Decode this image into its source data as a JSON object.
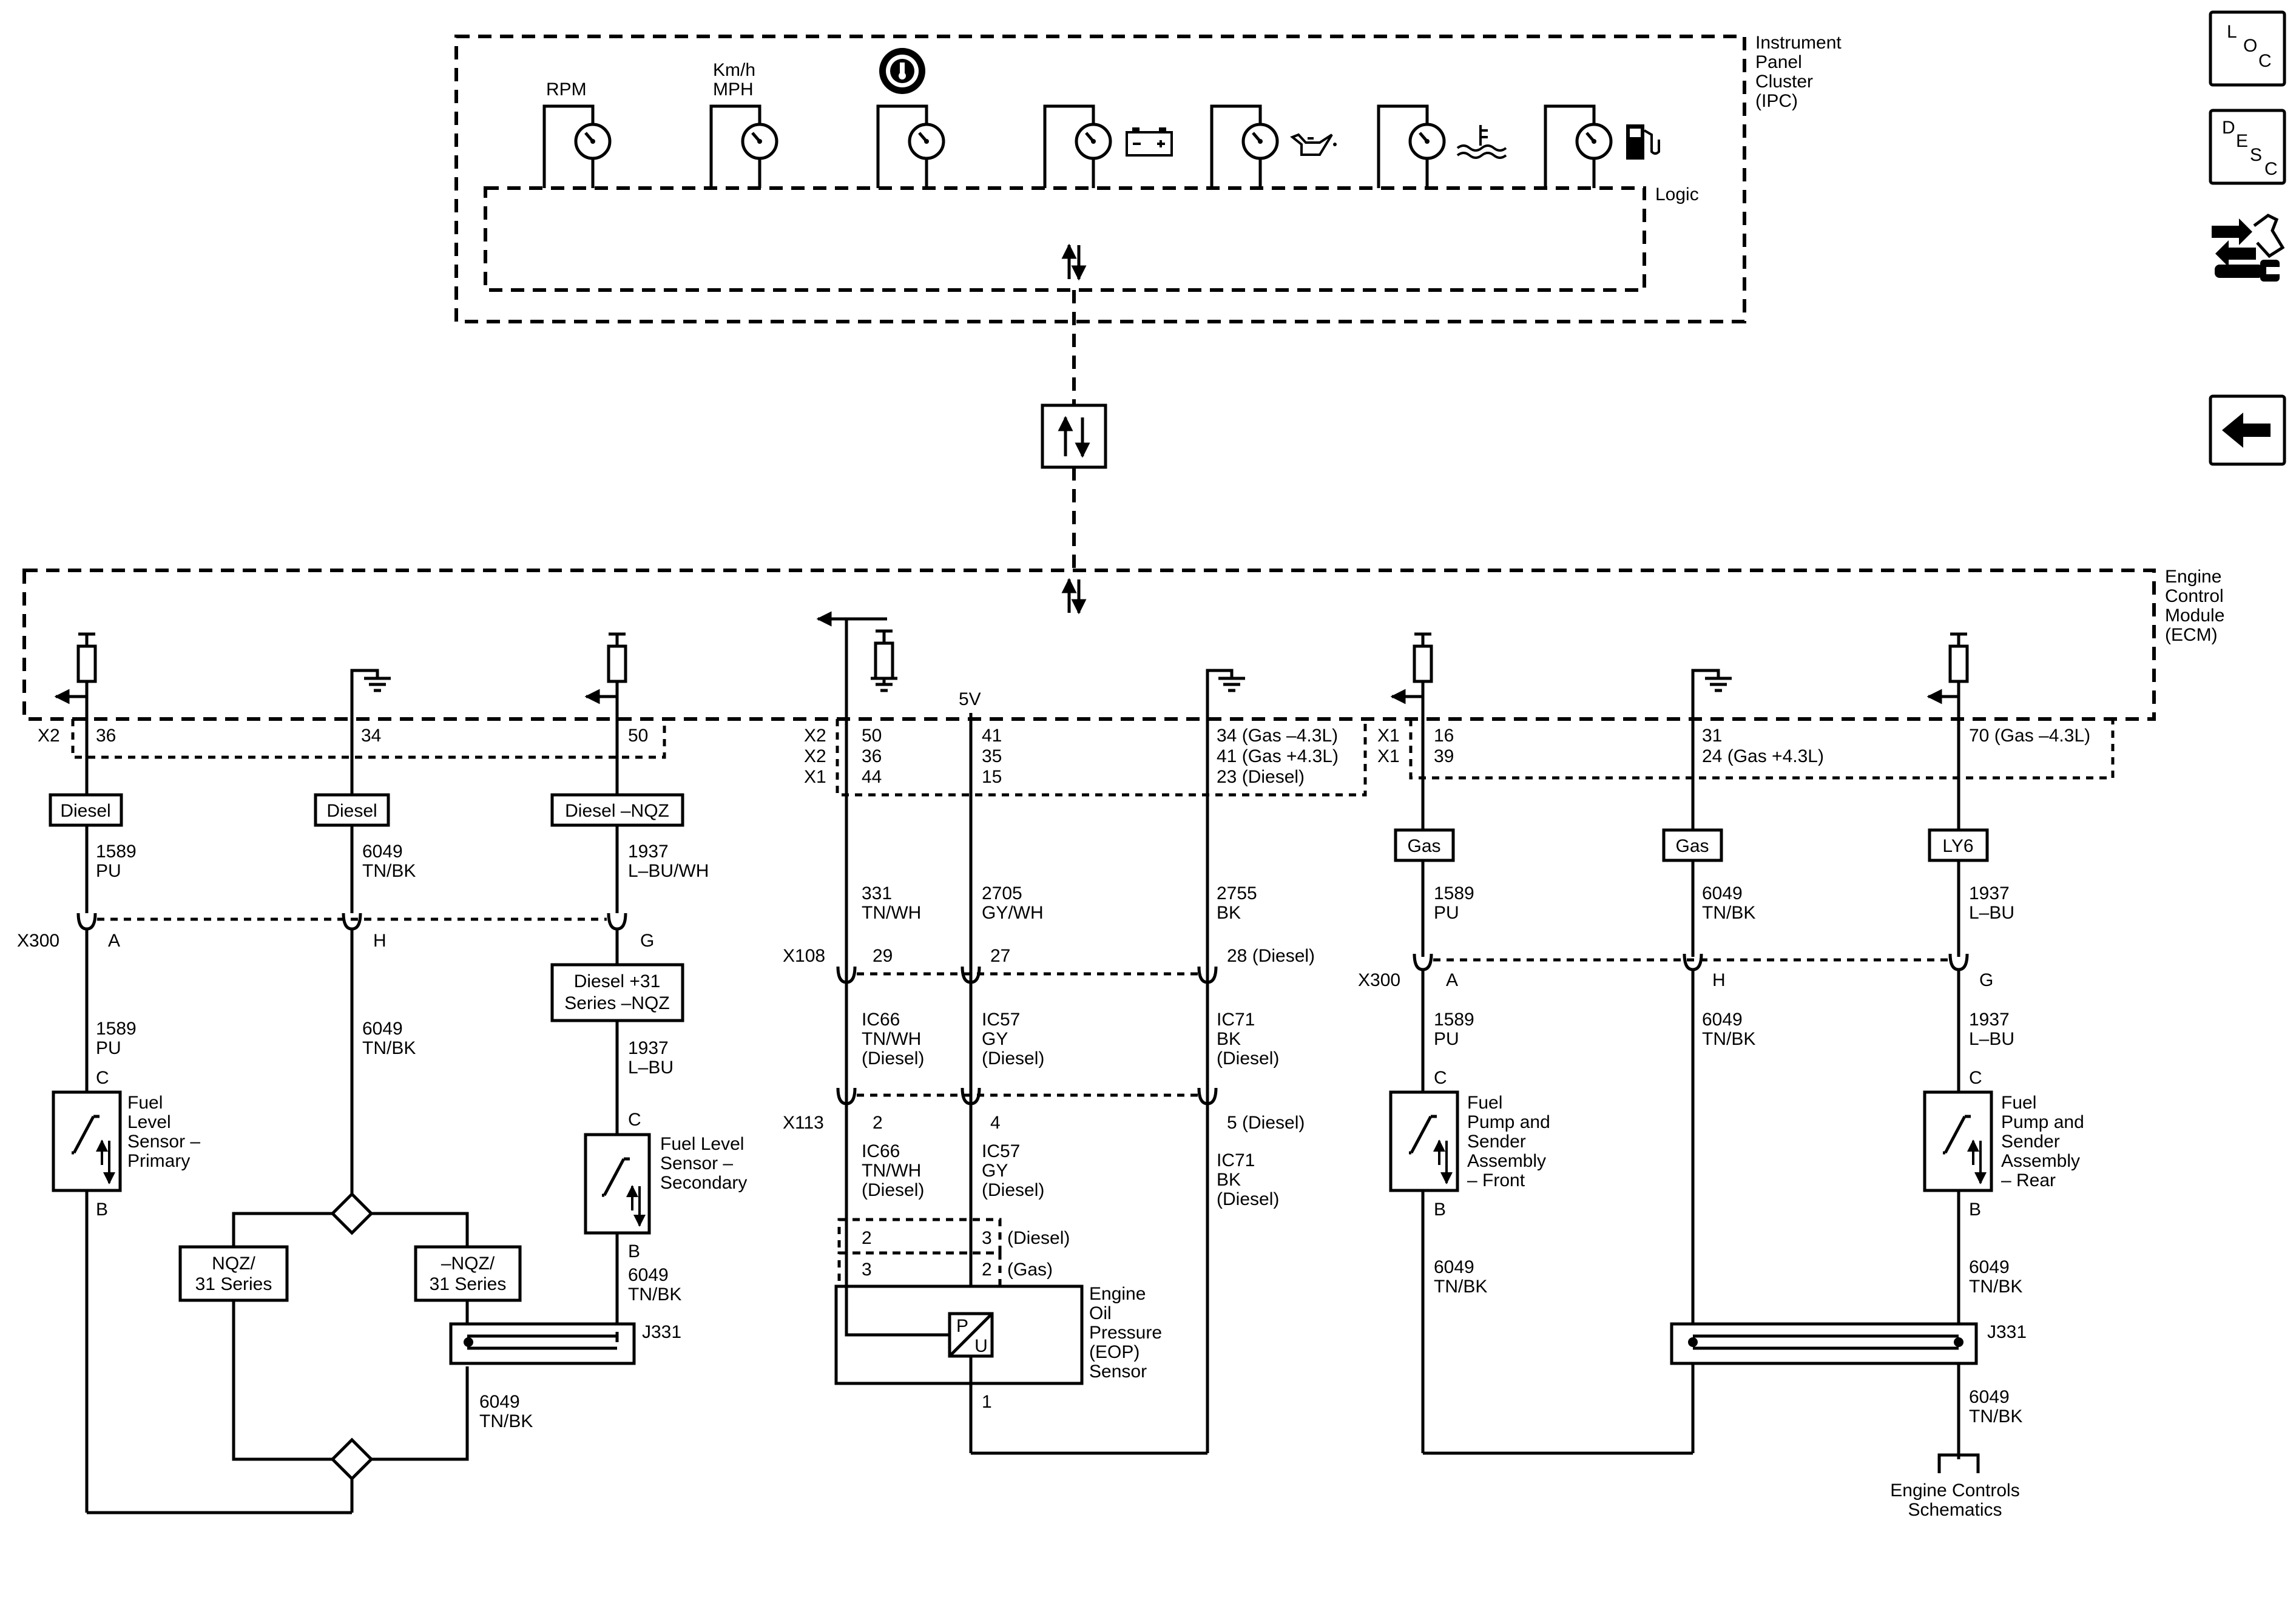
{
  "ipc": {
    "name": "Instrument Panel Cluster (IPC)",
    "name_lines": [
      "Instrument",
      "Panel",
      "Cluster",
      "(IPC)"
    ],
    "logic_label": "Logic",
    "gauges": [
      {
        "label_lines": [
          "RPM"
        ],
        "icon": "tachometer-icon"
      },
      {
        "label_lines": [
          "Km/h",
          "MPH"
        ],
        "icon": "speedometer-icon"
      },
      {
        "label_lines": [],
        "icon": "transmission-temperature-icon"
      },
      {
        "label_lines": [],
        "icon": "battery-icon"
      },
      {
        "label_lines": [],
        "icon": "oil-can-icon"
      },
      {
        "label_lines": [],
        "icon": "coolant-temperature-icon"
      },
      {
        "label_lines": [],
        "icon": "fuel-pump-icon"
      }
    ]
  },
  "ecm": {
    "name_lines": [
      "Engine",
      "Control",
      "Module",
      "(ECM)"
    ],
    "voltage_label": "5V"
  },
  "side_buttons": [
    {
      "name": "loc-button",
      "letters": [
        "L",
        "O",
        "C"
      ]
    },
    {
      "name": "desc-button",
      "letters": [
        "D",
        "E",
        "S",
        "C"
      ]
    },
    {
      "name": "connector-repair-button",
      "icon": "connector-repair-icon"
    },
    {
      "name": "back-button",
      "icon": "left-arrow-icon"
    }
  ],
  "circuits": {
    "left": {
      "connectors": {
        "x2_label": "X2",
        "x300_label": "X300",
        "j331_label": "J331"
      },
      "primary": {
        "ecm_pin": "36",
        "option": "Diesel",
        "wire_upper": [
          "1589",
          "PU"
        ],
        "x300_pin": "A",
        "wire_lower": [
          "1589",
          "PU"
        ],
        "sensor_pin_top": "C",
        "sensor_pin_bottom": "B",
        "sensor_name": [
          "Fuel",
          "Level",
          "Sensor –",
          "Primary"
        ]
      },
      "ground": {
        "ecm_pin": "34",
        "option": "Diesel",
        "wire_upper": [
          "6049",
          "TN/BK"
        ],
        "x300_pin": "H",
        "wire_lower": [
          "6049",
          "TN/BK"
        ],
        "branch_left": [
          "NQZ/",
          "31 Series"
        ],
        "branch_right": [
          "–NQZ/",
          "31 Series"
        ]
      },
      "secondary": {
        "ecm_pin": "50",
        "option": "Diesel –NQZ",
        "wire_upper": [
          "1937",
          "L–BU/WH"
        ],
        "x300_pin": "G",
        "option_lower": [
          "Diesel +31",
          "Series –NQZ"
        ],
        "wire_lower": [
          "1937",
          "L–BU"
        ],
        "sensor_pin_top": "C",
        "sensor_pin_bottom": "B",
        "sensor_name": [
          "Fuel Level",
          "Sensor –",
          "Secondary"
        ],
        "wire_ground": [
          "6049",
          "TN/BK"
        ],
        "wire_splice_out": [
          "6049",
          "TN/BK"
        ]
      }
    },
    "middle": {
      "connector_rows": [
        {
          "conn": "X2",
          "pins": [
            "50",
            "41",
            "34 (Gas –4.3L)"
          ]
        },
        {
          "conn": "X2",
          "pins": [
            "36",
            "35",
            "41 (Gas +4.3L)"
          ]
        },
        {
          "conn": "X1",
          "pins": [
            "44",
            "15",
            "23 (Diesel)"
          ]
        }
      ],
      "x108": {
        "label": "X108",
        "pins": [
          "29",
          "27",
          "28 (Diesel)"
        ]
      },
      "x113": {
        "label": "X113",
        "pins": [
          "2",
          "4",
          "5 (Diesel)"
        ]
      },
      "wires_upper": [
        [
          "331",
          "TN/WH"
        ],
        [
          "2705",
          "GY/WH"
        ],
        [
          "2755",
          "BK"
        ]
      ],
      "wires_mid": [
        [
          "IC66",
          "TN/WH",
          "(Diesel)"
        ],
        [
          "IC57",
          "GY",
          "(Diesel)"
        ],
        [
          "IC71",
          "BK",
          "(Diesel)"
        ]
      ],
      "wires_lower": [
        [
          "IC66",
          "TN/WH",
          "(Diesel)"
        ],
        [
          "IC57",
          "GY",
          "(Diesel)"
        ],
        [
          "IC71",
          "BK",
          "(Diesel)"
        ]
      ],
      "eop_pins": {
        "diesel_row": [
          "2",
          "3",
          "(Diesel)"
        ],
        "gas_row": [
          "3",
          "2",
          "(Gas)"
        ],
        "bottom": "1"
      },
      "sensor_name": [
        "Engine",
        "Oil",
        "Pressure",
        "(EOP)",
        "Sensor"
      ],
      "sensor_letters": [
        "P",
        "U"
      ]
    },
    "right": {
      "connector_rows": [
        {
          "conn": "X1",
          "pins": [
            "16",
            "31",
            "70 (Gas –4.3L)"
          ]
        },
        {
          "conn": "X1",
          "pins": [
            "39",
            "24 (Gas +4.3L)",
            ""
          ]
        }
      ],
      "x300_label": "X300",
      "j331_label": "J331",
      "front": {
        "option": "Gas",
        "wire_upper": [
          "1589",
          "PU"
        ],
        "x300_pin": "A",
        "wire_lower": [
          "1589",
          "PU"
        ],
        "sensor_pin_top": "C",
        "sensor_pin_bottom": "B",
        "sensor_name": [
          "Fuel",
          "Pump and",
          "Sender",
          "Assembly",
          "– Front"
        ],
        "wire_ground": [
          "6049",
          "TN/BK"
        ]
      },
      "ground": {
        "option": "Gas",
        "wire_upper": [
          "6049",
          "TN/BK"
        ],
        "x300_pin": "H",
        "wire_lower": [
          "6049",
          "TN/BK"
        ]
      },
      "rear": {
        "option": "LY6",
        "wire_upper": [
          "1937",
          "L–BU"
        ],
        "x300_pin": "G",
        "wire_lower": [
          "1937",
          "L–BU"
        ],
        "sensor_pin_top": "C",
        "sensor_pin_bottom": "B",
        "sensor_name": [
          "Fuel",
          "Pump and",
          "Sender",
          "Assembly",
          "– Rear"
        ],
        "wire_ground": [
          "6049",
          "TN/BK"
        ],
        "wire_splice_out": [
          "6049",
          "TN/BK"
        ],
        "destination": [
          "Engine Controls",
          "Schematics"
        ]
      }
    }
  }
}
